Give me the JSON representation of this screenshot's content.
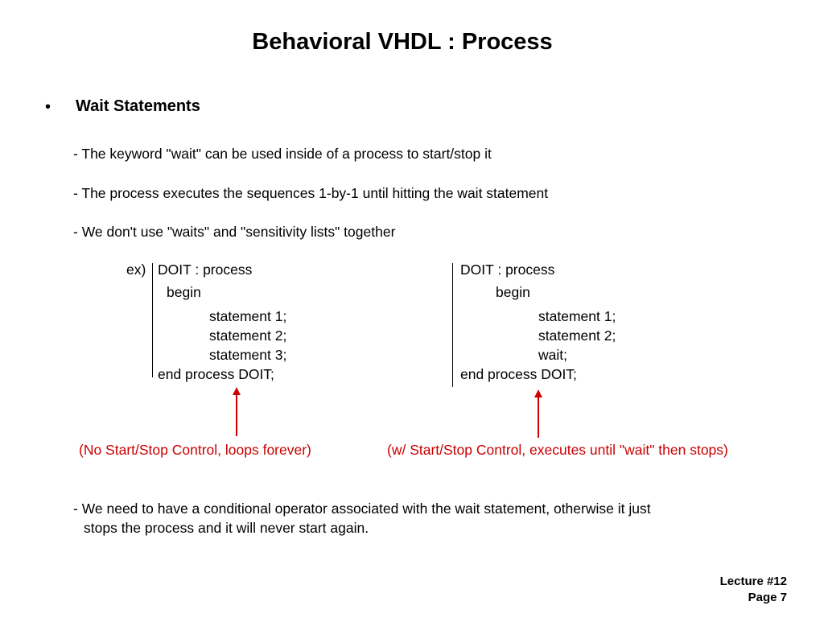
{
  "title": "Behavioral VHDL : Process",
  "bullet": {
    "symbol": "•",
    "heading": "Wait Statements"
  },
  "points": [
    "- The keyword \"wait\" can be used inside of a process to start/stop it",
    "- The process executes the sequences 1-by-1 until hitting the wait statement",
    "- We don't use \"waits\" and \"sensitivity lists\" together"
  ],
  "example": {
    "prefix": "ex)",
    "left": {
      "header": "DOIT : process",
      "begin": "begin",
      "statements": [
        "statement 1;",
        "statement 2;",
        "statement 3;"
      ],
      "end": "end process DOIT;"
    },
    "right": {
      "header": "DOIT : process",
      "begin": "begin",
      "statements": [
        "statement 1;",
        "statement 2;",
        "wait;"
      ],
      "end": "end process DOIT;"
    }
  },
  "captions": {
    "left": "(No Start/Stop Control, loops forever)",
    "right": "(w/ Start/Stop Control, executes until \"wait\" then stops)"
  },
  "note": {
    "line1": "- We need to have a conditional operator associated with the wait statement, otherwise it just",
    "line2": "stops the process and it will never start again."
  },
  "footer": {
    "lecture": "Lecture #12",
    "page": "Page 7"
  },
  "colors": {
    "accent": "#cc0000",
    "text": "#000000",
    "background": "#ffffff"
  }
}
